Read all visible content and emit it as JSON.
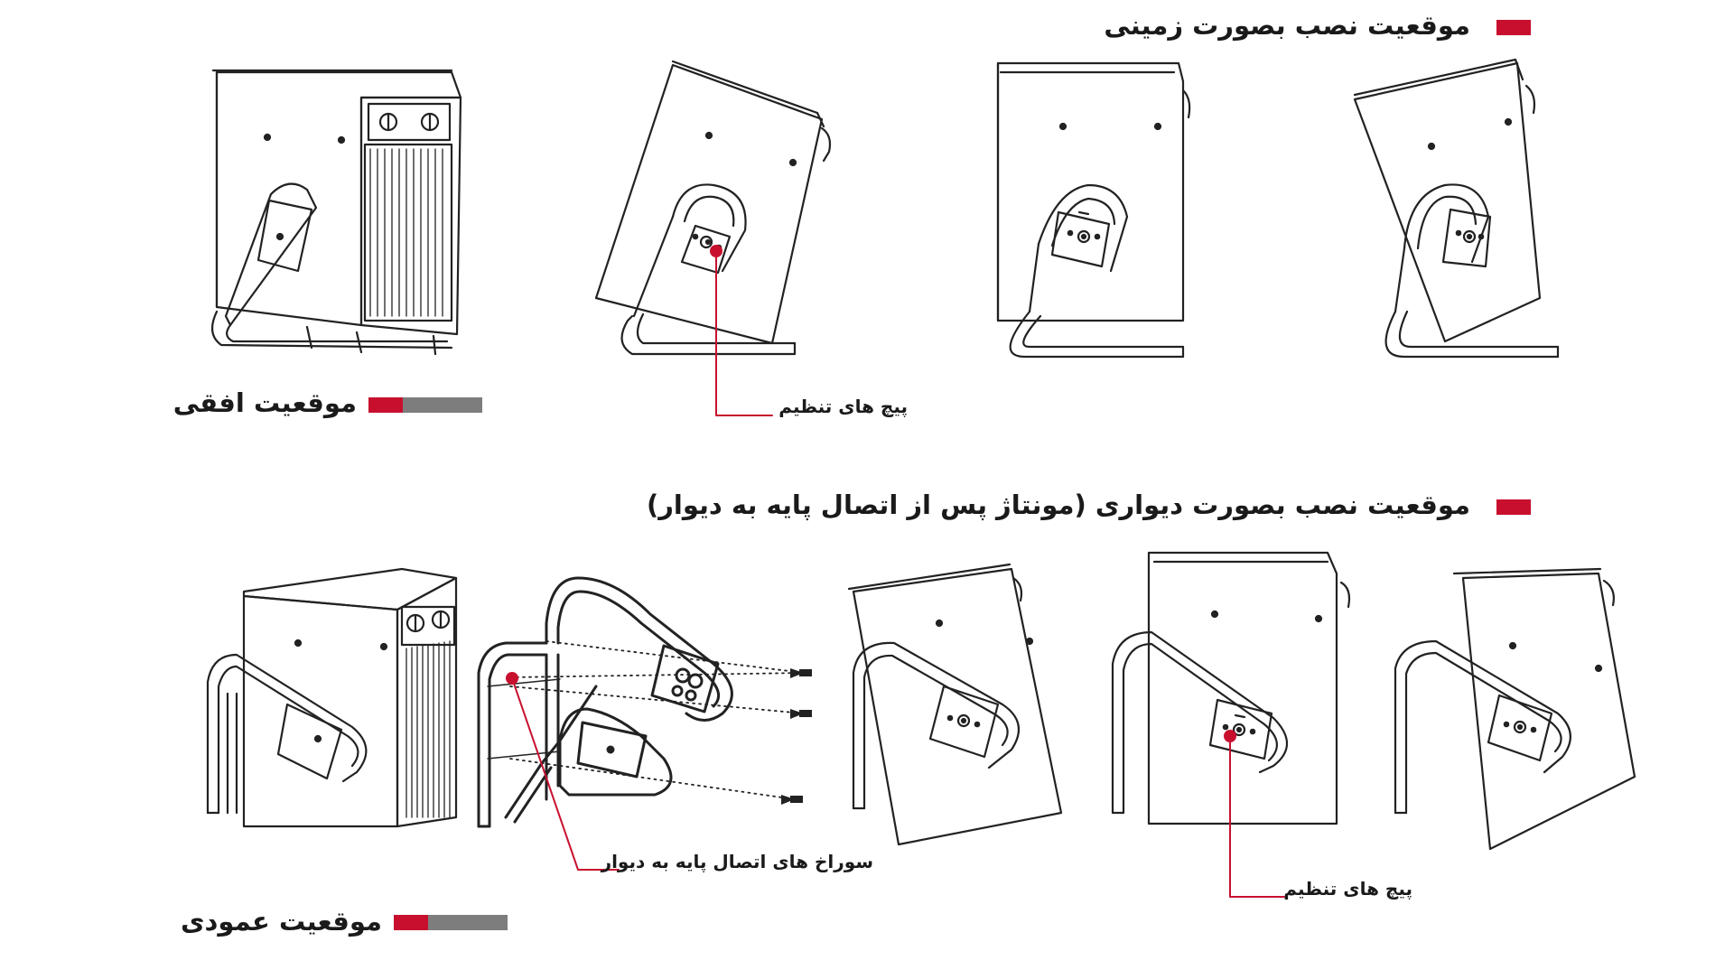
{
  "titles": {
    "floor_install": "موقعیت نصب بصورت زمینی",
    "wall_install": "موقعیت نصب بصورت دیواری (مونتاژ پس از اتصال پایه به دیوار)",
    "horizontal": "موقعیت افقی",
    "vertical": "موقعیت عمودی"
  },
  "callouts": {
    "adjust_screws_top": "پیچ های تنظیم",
    "wall_holes": "سوراخ های اتصال پایه به دیوار",
    "adjust_screws_bottom": "پیچ های تنظیم"
  },
  "colors": {
    "accent": "#c8102e",
    "bar_grey": "#7d7d7d",
    "line": "#222222"
  }
}
